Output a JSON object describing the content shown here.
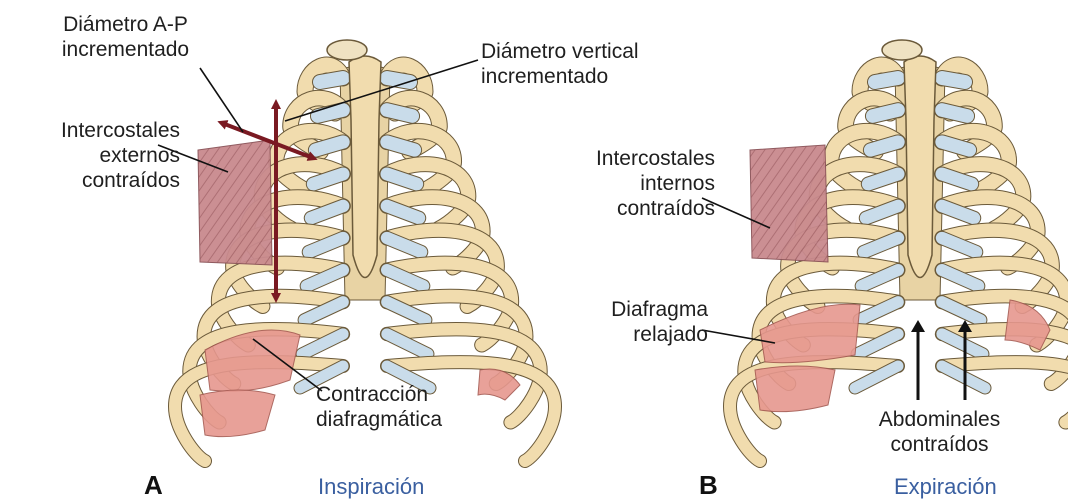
{
  "panel_a": {
    "letter": "A",
    "phase": "Inspiración",
    "labels": {
      "ap_diameter": "Diámetro A-P\nincrementado",
      "vertical_diameter": "Diámetro vertical\nincrementado",
      "external_intercostals": "Intercostales\nexternos\ncontraídos",
      "diaphragm_contraction": "Contracción\ndiafragmática"
    }
  },
  "panel_b": {
    "letter": "B",
    "phase": "Expiración",
    "labels": {
      "internal_intercostals": "Intercostales\ninternos\ncontraídos",
      "relaxed_diaphragm": "Diafragma\nrelajado",
      "abdominals": "Abdominales\ncontraídos"
    }
  },
  "colors": {
    "bone": "#f1dcae",
    "bone_outline": "#6b5a3a",
    "cartilage": "#c9dcea",
    "muscle": "#c98a8e",
    "diaphragm": "#e6978e",
    "arrow_red": "#7a1a22",
    "phase_text": "#3a5fa0"
  }
}
